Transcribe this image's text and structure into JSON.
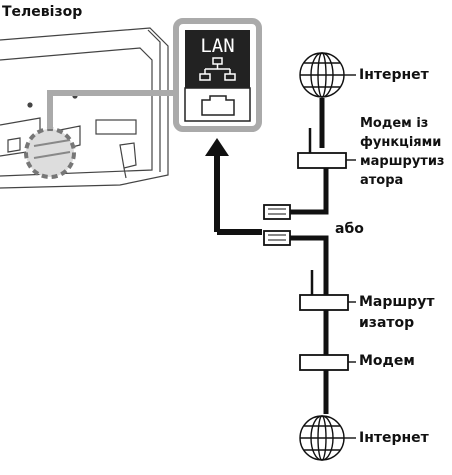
{
  "labels": {
    "tv": "Телевізор",
    "lan": "LAN",
    "internet_top": "Інтернет",
    "modem_router": [
      "Модем із",
      "функціями",
      "маршрутиз",
      "атора"
    ],
    "or": "або",
    "router": [
      "Маршрут",
      "изатор"
    ],
    "modem": "Модем",
    "internet_bottom": "Інтернет"
  },
  "icons": {
    "lan_port": "ethernet-port-icon",
    "network": "network-tree-icon",
    "globe": "globe-icon"
  }
}
